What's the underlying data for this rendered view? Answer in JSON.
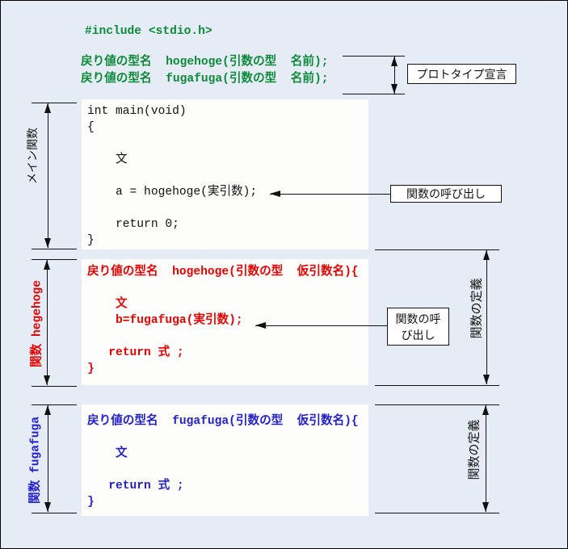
{
  "colors": {
    "background": "#e6ecf5",
    "panel": "#fdfdfb",
    "green": "#0d8a3a",
    "red": "#e60000",
    "blue": "#2222cc",
    "ink": "#111111"
  },
  "top": {
    "include_line": "#include <stdio.h>",
    "prototype_lines": "戻り値の型名  hogehoge(引数の型  名前);\n戻り値の型名  fugafuga(引数の型  名前);",
    "prototype_label": "プロトタイプ宣言"
  },
  "main_function": {
    "side_label": "メイン関数",
    "code": "int main(void)\n{\n\n    文\n\n    a = hogehoge(実引数);\n\n    return 0;\n}",
    "call_label": "関数の呼び出し"
  },
  "hogehoge_function": {
    "side_label": "関数 hegehoge",
    "code": "戻り値の型名  hogehoge(引数の型  仮引数名){\n\n    文\n    b=fugafuga(実引数);\n\n   return 式 ;\n}",
    "call_label": "関数の呼\nび出し",
    "definition_label": "関数の定義"
  },
  "fugafuga_function": {
    "side_label": "関数 fugafuga",
    "code": "戻り値の型名  fugafuga(引数の型  仮引数名){\n\n    文\n\n   return 式 ;\n}",
    "definition_label": "関数の定義"
  }
}
